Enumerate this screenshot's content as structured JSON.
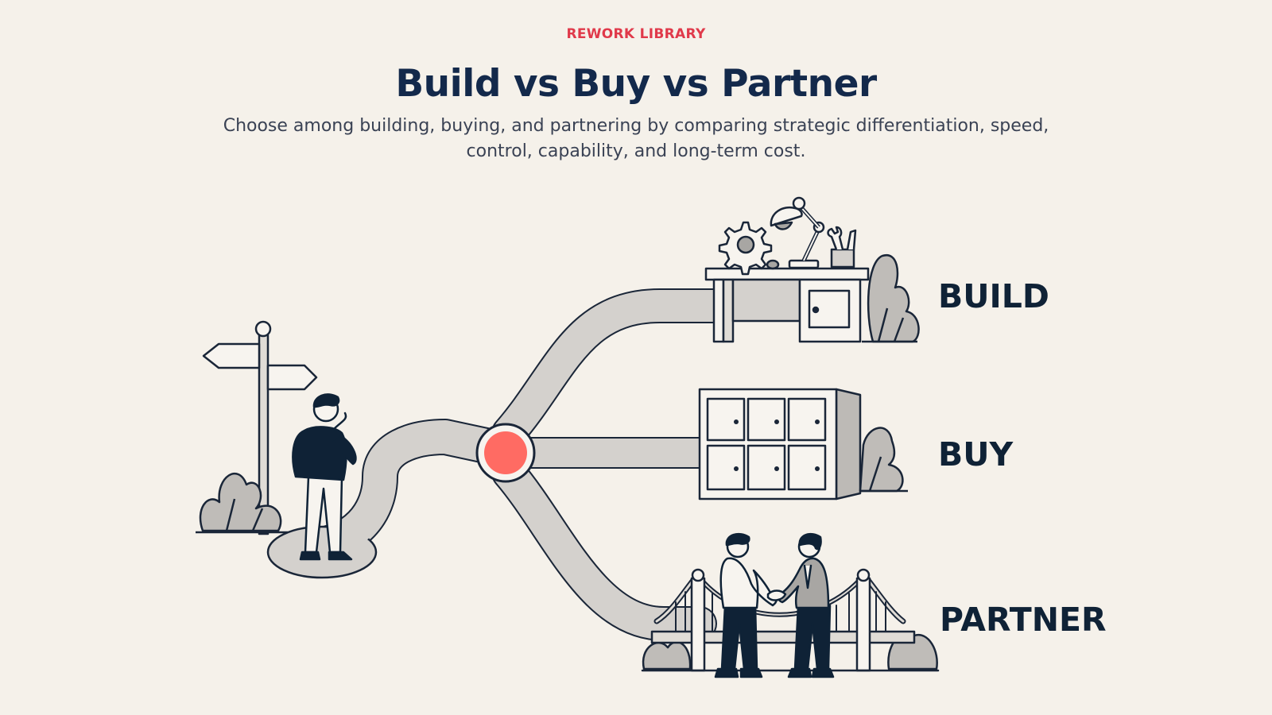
{
  "header": {
    "eyebrow": "REWORK LIBRARY",
    "title": "Build vs Buy vs Partner",
    "subtitle": "Choose among building, buying, and partnering by comparing strategic differentiation, speed, control, capability, and long-term cost."
  },
  "options": [
    {
      "label": "BUILD",
      "icon": "desk-workshop-icon"
    },
    {
      "label": "BUY",
      "icon": "storage-cabinet-icon"
    },
    {
      "label": "PARTNER",
      "icon": "handshake-bridge-icon"
    }
  ],
  "colors": {
    "accent": "#e0394a",
    "title": "#13294b",
    "decision_point": "#ff6b63",
    "ink": "#0f2236",
    "path": "#d4d1cd"
  }
}
